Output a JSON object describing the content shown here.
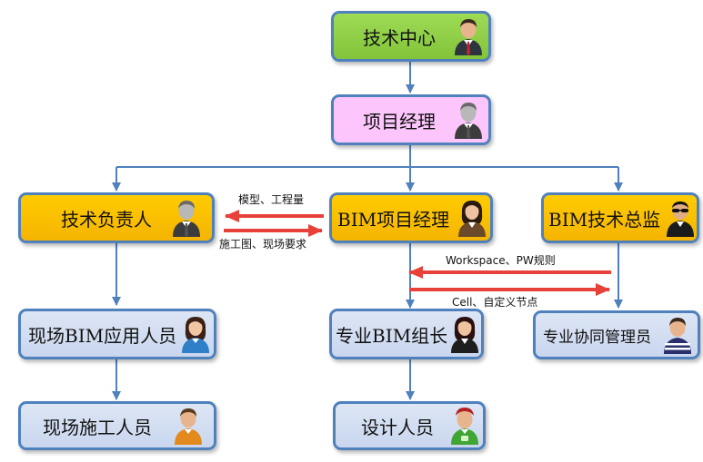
{
  "nodes": {
    "tech_center": "技术中心",
    "project_manager": "项目经理",
    "tech_lead": "技术负责人",
    "bim_project_manager": "BIM项目经理",
    "bim_tech_director": "BIM技术总监",
    "site_bim_staff": "现场BIM应用人员",
    "discipline_bim_lead": "专业BIM组长",
    "coordination_admin": "专业协同管理员",
    "site_construction_staff": "现场施工人员",
    "designer": "设计人员"
  },
  "edge_labels": {
    "model_quantity": "模型、工程量",
    "drawings_requirements": "施工图、现场要求",
    "workspace_pw_rules": "Workspace、PW规则",
    "cell_custom_nodes": "Cell、自定义节点"
  },
  "colors": {
    "border": "#4f81bd",
    "connector": "#4f81bd",
    "arrow_red": "#e8413a",
    "green": "#92d050",
    "pink": "#fcc6fc",
    "orange": "#ffc000",
    "blue": "#d0dbef"
  },
  "icons": {
    "tech_center": "businessman-red-tie-icon",
    "project_manager": "businessman-gray-icon",
    "tech_lead": "businessman-gray-icon",
    "bim_project_manager": "businesswoman-icon",
    "bim_tech_director": "man-sunglasses-icon",
    "site_bim_staff": "woman-blue-icon",
    "discipline_bim_lead": "businesswoman-icon",
    "coordination_admin": "man-striped-shirt-icon",
    "site_construction_staff": "man-orange-icon",
    "designer": "man-green-icon"
  }
}
